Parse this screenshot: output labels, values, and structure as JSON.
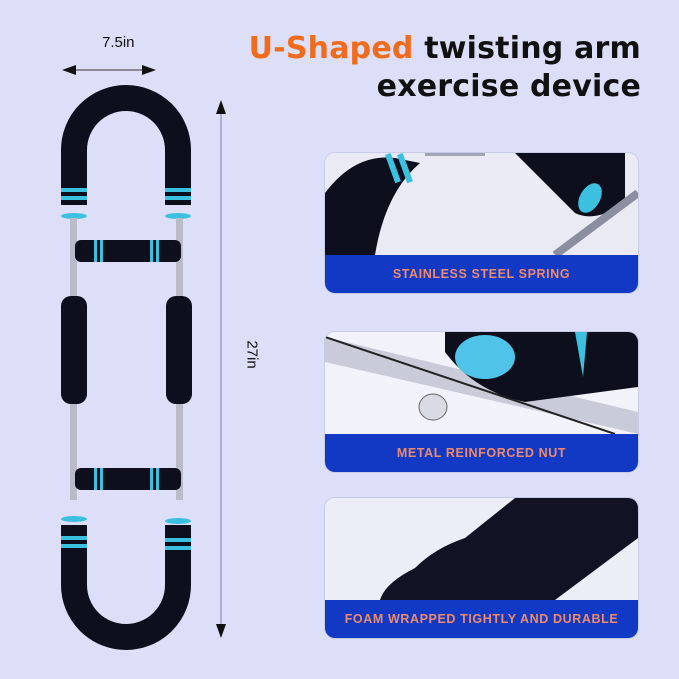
{
  "header": {
    "title_accent": "U-Shaped",
    "title_line1_rest": " twisting arm",
    "title_line2": "exercise device"
  },
  "dimensions": {
    "width_label": "7.5in",
    "height_label": "27in"
  },
  "features": [
    {
      "label": "STAINLESS STEEL SPRING",
      "icon": "spring-closeup-photo"
    },
    {
      "label": "METAL REINFORCED NUT",
      "icon": "nut-closeup-photo"
    },
    {
      "label": "FOAM WRAPPED TIGHTLY AND DURABLE",
      "icon": "foam-closeup-photo"
    }
  ],
  "colors": {
    "background": "#dcdff7",
    "accent_orange": "#f26a1b",
    "banner_blue": "#1239c4",
    "banner_text": "#f08a6a",
    "foam_black": "#0d0f1c",
    "ring_cyan": "#3cc0e0"
  }
}
